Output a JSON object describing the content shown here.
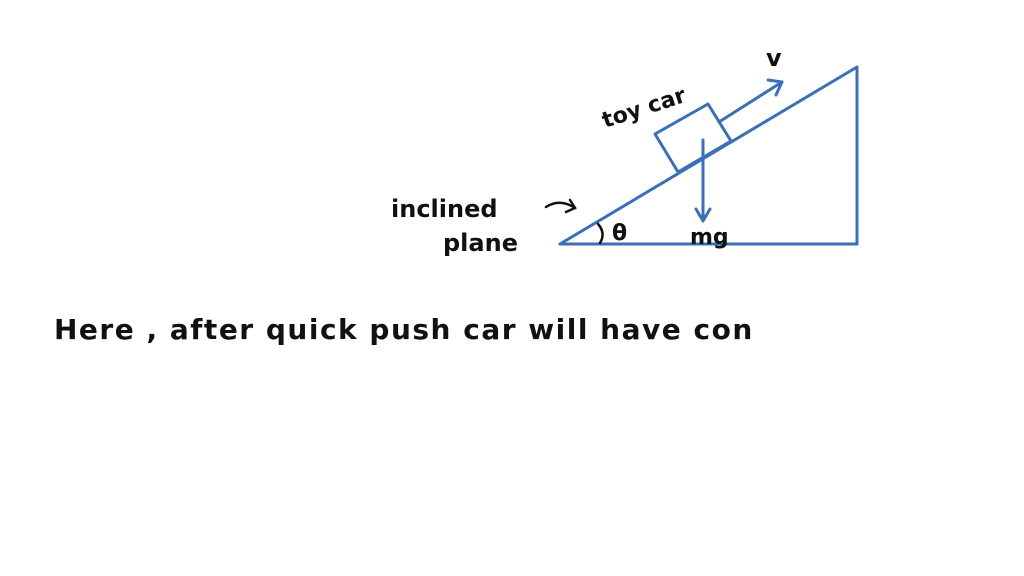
{
  "diagram": {
    "labels": {
      "toy_car": "toy car",
      "velocity": "v",
      "inclined": "inclined",
      "plane": "plane",
      "angle": "θ",
      "weight": "mg"
    }
  },
  "notes": {
    "line1": "Here , after quick push car will have con"
  },
  "colors": {
    "diagram": "#3b6fb6",
    "ink": "#111111"
  }
}
